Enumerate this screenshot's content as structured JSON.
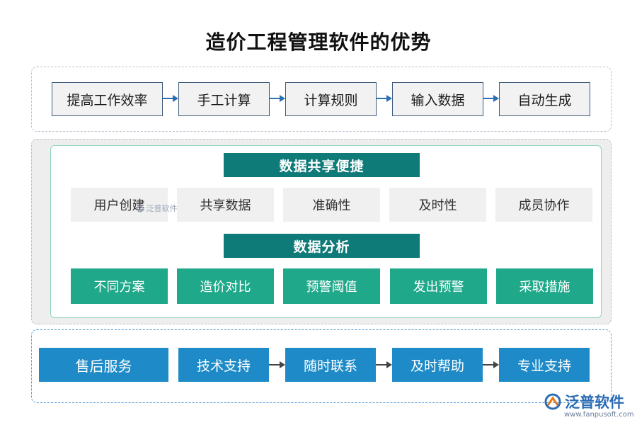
{
  "title": "造价工程管理软件的优势",
  "row1": {
    "start": "提高工作效率",
    "steps": [
      "手工计算",
      "计算规则",
      "输入数据",
      "自动生成"
    ]
  },
  "section_share": {
    "header": "数据共享便捷",
    "items": [
      "用户创建",
      "共享数据",
      "准确性",
      "及时性",
      "成员协作"
    ]
  },
  "section_analysis": {
    "header": "数据分析",
    "items": [
      "不同方案",
      "造价对比",
      "预警阈值",
      "发出预警",
      "采取措施"
    ]
  },
  "row3": {
    "start": "售后服务",
    "steps": [
      "技术支持",
      "随时联系",
      "及时帮助",
      "专业支持"
    ]
  },
  "watermark": "泛普软件",
  "logo": {
    "name": "泛普软件",
    "url": "www.fanpusoft.com"
  },
  "colors": {
    "teal_header": "#0f7b78",
    "teal_box": "#1fa98a",
    "blue_box": "#1e8bc8",
    "gray_box": "#f0f0f0"
  }
}
